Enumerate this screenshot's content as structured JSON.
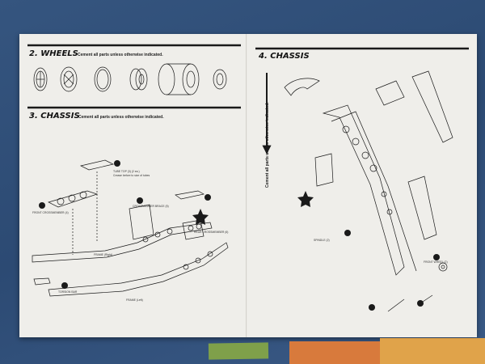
{
  "page": {
    "section_wheels": "2. WHEELS",
    "section_chassis_left": "3. CHASSIS",
    "section_chassis_right": "4. CHASSIS",
    "cement_note": "Cement all parts unless otherwise indicated."
  },
  "labels": {
    "tube": "TUBE TOP (3) (2 ea.)",
    "tube_note": "Crease before to size of tubes",
    "cross": "FRONT CROSSMEMBER (4)",
    "brace": "CROSSMEMBER BRACE (5)",
    "rear_cross": "REAR CROSSMEMBER (6)",
    "frame_r": "FRAME (Right)",
    "frame_l": "FRAME (Left)",
    "torsion": "TORSION BAR",
    "spindle": "SPINDLE (2)",
    "wheel_front": "FRONT WHEEL (2)"
  },
  "colors": {
    "background": "#2f4f7a",
    "paper": "#efeeea",
    "ink": "#1a1a1a",
    "tape": "#7fa04a"
  }
}
